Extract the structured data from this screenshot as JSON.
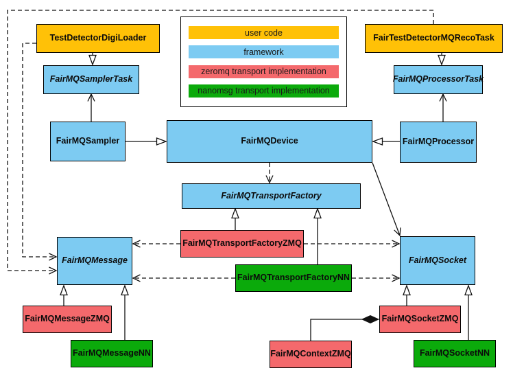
{
  "diagram": {
    "kind": "uml-class-diagram",
    "colors": {
      "user_code": "#FFC107",
      "framework": "#7DCBF2",
      "zeromq": "#F4696C",
      "nanomsg": "#0BAA0B",
      "line": "#111111",
      "background": "#FFFFFF"
    }
  },
  "legend": {
    "items": [
      {
        "label": "user code",
        "color": "#FFC107"
      },
      {
        "label": "framework",
        "color": "#7DCBF2"
      },
      {
        "label": "zeromq transport implementation",
        "color": "#F4696C"
      },
      {
        "label": "nanomsg transport implementation",
        "color": "#0BAA0B"
      }
    ]
  },
  "nodes": {
    "digiLoader": {
      "label": "TestDetectorDigiLoader",
      "category": "user code",
      "abstract": false
    },
    "samplerTask": {
      "label": "FairMQSamplerTask",
      "category": "framework",
      "abstract": true
    },
    "sampler": {
      "label": "FairMQSampler",
      "category": "framework",
      "abstract": false
    },
    "device": {
      "label": "FairMQDevice",
      "category": "framework",
      "abstract": false
    },
    "recoTask": {
      "label": "FairTestDetectorMQRecoTask",
      "category": "user code",
      "abstract": false
    },
    "processorTask": {
      "label": "FairMQProcessorTask",
      "category": "framework",
      "abstract": true
    },
    "processor": {
      "label": "FairMQProcessor",
      "category": "framework",
      "abstract": false
    },
    "transportFactory": {
      "label": "FairMQTransportFactory",
      "category": "framework",
      "abstract": true
    },
    "transportFactoryZMQ": {
      "label": "FairMQTransportFactoryZMQ",
      "category": "zeromq",
      "abstract": false
    },
    "transportFactoryNN": {
      "label": "FairMQTransportFactoryNN",
      "category": "nanomsg",
      "abstract": false
    },
    "message": {
      "label": "FairMQMessage",
      "category": "framework",
      "abstract": true
    },
    "messageZMQ": {
      "label": "FairMQMessageZMQ",
      "category": "zeromq",
      "abstract": false
    },
    "messageNN": {
      "label": "FairMQMessageNN",
      "category": "nanomsg",
      "abstract": false
    },
    "socket": {
      "label": "FairMQSocket",
      "category": "framework",
      "abstract": true
    },
    "socketZMQ": {
      "label": "FairMQSocketZMQ",
      "category": "zeromq",
      "abstract": false
    },
    "socketNN": {
      "label": "FairMQSocketNN",
      "category": "nanomsg",
      "abstract": false
    },
    "contextZMQ": {
      "label": "FairMQContextZMQ",
      "category": "zeromq",
      "abstract": false
    }
  },
  "edges": [
    {
      "from": "TestDetectorDigiLoader",
      "to": "FairMQSamplerTask",
      "type": "inheritance"
    },
    {
      "from": "FairTestDetectorMQRecoTask",
      "to": "FairMQProcessorTask",
      "type": "inheritance"
    },
    {
      "from": "FairMQSampler",
      "to": "FairMQDevice",
      "type": "inheritance"
    },
    {
      "from": "FairMQProcessor",
      "to": "FairMQDevice",
      "type": "inheritance"
    },
    {
      "from": "FairMQSampler",
      "to": "FairMQSamplerTask",
      "type": "association"
    },
    {
      "from": "FairMQProcessor",
      "to": "FairMQProcessorTask",
      "type": "association"
    },
    {
      "from": "FairMQDevice",
      "to": "FairMQSocket",
      "type": "association"
    },
    {
      "from": "FairMQDevice",
      "to": "FairMQTransportFactory",
      "type": "dependency"
    },
    {
      "from": "TestDetectorDigiLoader",
      "to": "FairMQMessage",
      "type": "dependency"
    },
    {
      "from": "FairTestDetectorMQRecoTask",
      "to": "FairMQMessage",
      "type": "dependency"
    },
    {
      "from": "FairMQTransportFactoryZMQ",
      "to": "FairMQTransportFactory",
      "type": "inheritance"
    },
    {
      "from": "FairMQTransportFactoryNN",
      "to": "FairMQTransportFactory",
      "type": "inheritance"
    },
    {
      "from": "FairMQTransportFactoryZMQ",
      "to": "FairMQMessage",
      "type": "dependency"
    },
    {
      "from": "FairMQTransportFactoryZMQ",
      "to": "FairMQSocket",
      "type": "dependency"
    },
    {
      "from": "FairMQTransportFactoryNN",
      "to": "FairMQMessage",
      "type": "dependency"
    },
    {
      "from": "FairMQTransportFactoryNN",
      "to": "FairMQSocket",
      "type": "dependency"
    },
    {
      "from": "FairMQMessageZMQ",
      "to": "FairMQMessage",
      "type": "inheritance"
    },
    {
      "from": "FairMQMessageNN",
      "to": "FairMQMessage",
      "type": "inheritance"
    },
    {
      "from": "FairMQSocketZMQ",
      "to": "FairMQSocket",
      "type": "inheritance"
    },
    {
      "from": "FairMQSocketNN",
      "to": "FairMQSocket",
      "type": "inheritance"
    },
    {
      "from": "FairMQContextZMQ",
      "to": "FairMQSocketZMQ",
      "type": "composition"
    }
  ]
}
